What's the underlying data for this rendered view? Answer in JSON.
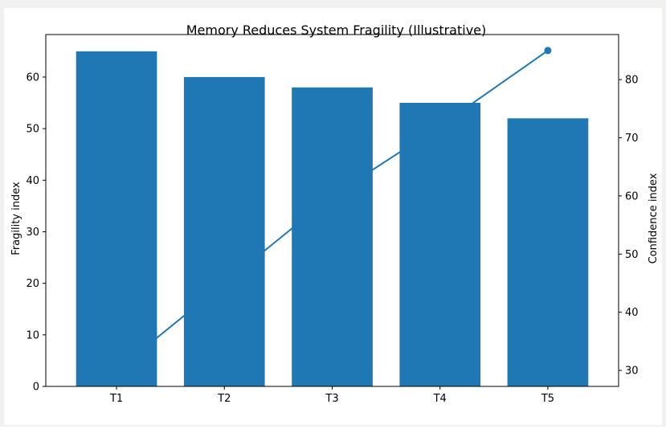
{
  "figure": {
    "title": "Memory Reduces System Fragility (Illustrative)"
  },
  "chart_data": {
    "type": "bar",
    "title": "Memory Reduces System Fragility (Illustrative)",
    "categories": [
      "T1",
      "T2",
      "T3",
      "T4",
      "T5"
    ],
    "series": [
      {
        "name": "Fragility index",
        "render": "bar",
        "axis": "left",
        "values": [
          65,
          60,
          58,
          55,
          52
        ],
        "color": "#1f77b4"
      },
      {
        "name": "Confidence index",
        "render": "line",
        "axis": "right",
        "values": [
          30,
          45,
          60,
          72,
          85
        ],
        "color": "#1f77b4",
        "marker": "circle",
        "drawn_behind_bars": true
      }
    ],
    "left_axis": {
      "label": "Fragility index",
      "ticks": [
        0,
        10,
        20,
        30,
        40,
        50,
        60
      ],
      "range": [
        0,
        68.25
      ]
    },
    "right_axis": {
      "label": "Confidence index",
      "ticks": [
        30,
        40,
        50,
        60,
        70,
        80
      ],
      "range": [
        27.25,
        87.75
      ]
    },
    "x_axis": {
      "tick_labels": [
        "T1",
        "T2",
        "T3",
        "T4",
        "T5"
      ],
      "range": [
        -0.656,
        4.656
      ],
      "bar_width_units": 0.75
    },
    "grid": false,
    "legend_position": "none",
    "colors": {
      "bar": "#1f77b4",
      "line": "#1f77b4",
      "axes": "#000000",
      "figure_background": "#ffffff",
      "page_margin": "#f1f1f0"
    }
  }
}
